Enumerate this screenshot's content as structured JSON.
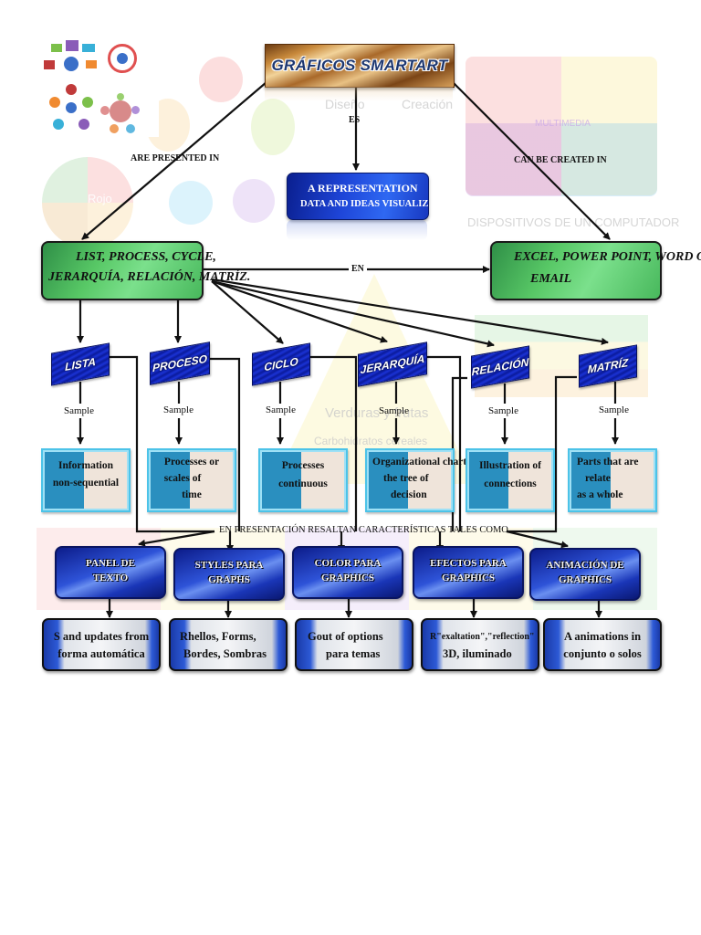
{
  "title": "GRÁFICOS SMARTART",
  "connectors": {
    "es": "ES",
    "are_presented_in": "ARE PRESENTED IN",
    "can_be_created_in": "CAN BE CREATED IN",
    "en": "EN",
    "sample": "Sample",
    "resaltan": "EN PRESENTACIÓN RESALTAN CARACTERÍSTICAS TALES COMO"
  },
  "representation": {
    "line1": "A REPRESENTATION",
    "line2": "DATA AND IDEAS VISUALIZA"
  },
  "types_box": {
    "line1": "LIST, PROCESS, CYCLE,",
    "line2": "JERARQUÍA, RELACIÓN, MATRÍZ."
  },
  "apps_box": {
    "line1": "EXCEL, POWER POINT, WORD OR",
    "line2": "EMAIL"
  },
  "categories": [
    {
      "label": "LISTA",
      "sample": [
        "Information",
        "non-sequential"
      ]
    },
    {
      "label": "PROCESO",
      "sample": [
        "Processes or",
        "scales of",
        "time"
      ]
    },
    {
      "label": "CICLO",
      "sample": [
        "Processes",
        "continuous"
      ]
    },
    {
      "label": "JERARQUÍA",
      "sample": [
        "Organizational chart",
        "the tree of",
        "decision"
      ]
    },
    {
      "label": "RELACIÓN",
      "sample": [
        "Illustration of",
        "connections"
      ]
    },
    {
      "label": "MATRÍZ",
      "sample": [
        "Parts that are",
        "relate",
        "as a whole"
      ]
    }
  ],
  "features": [
    {
      "label": [
        "PANEL DE",
        "TEXTO"
      ],
      "detail": [
        "S and updates from",
        "forma automática"
      ]
    },
    {
      "label": [
        "STYLES PARA",
        "GRAPHS"
      ],
      "detail": [
        "Rhellos, Forms,",
        "Bordes, Sombras"
      ]
    },
    {
      "label": [
        "COLOR PARA",
        "GRAPHICS"
      ],
      "detail": [
        "Gout of options",
        "para temas"
      ]
    },
    {
      "label": [
        "EFECTOS PARA",
        "GRAPHICS"
      ],
      "detail": [
        "R\"exaltation\",\"reflection\"",
        "3D, iluminado"
      ]
    },
    {
      "label": [
        "ANIMACIÓN DE",
        "GRAPHICS"
      ],
      "detail": [
        "A animations in",
        "conjunto o solos"
      ]
    }
  ],
  "background_text": {
    "diseno": "Diseño",
    "creacion": "Creación",
    "rojo": "Rojo",
    "multimedia": "MULTIMEDIA",
    "dispositivos": "DISPOSITIVOS DE UN COMPUTADOR",
    "verduras": "Verduras y frutas",
    "carbohidratos": "Carbohidratos cereales"
  },
  "colors": {
    "title_text": "#1d3770",
    "banner_gold": "#c98a3c",
    "rep_blue": "#1e45d8",
    "green": "#58c866",
    "tag_blue": "#1b33d6",
    "sample_teal": "#2a8fbf"
  }
}
